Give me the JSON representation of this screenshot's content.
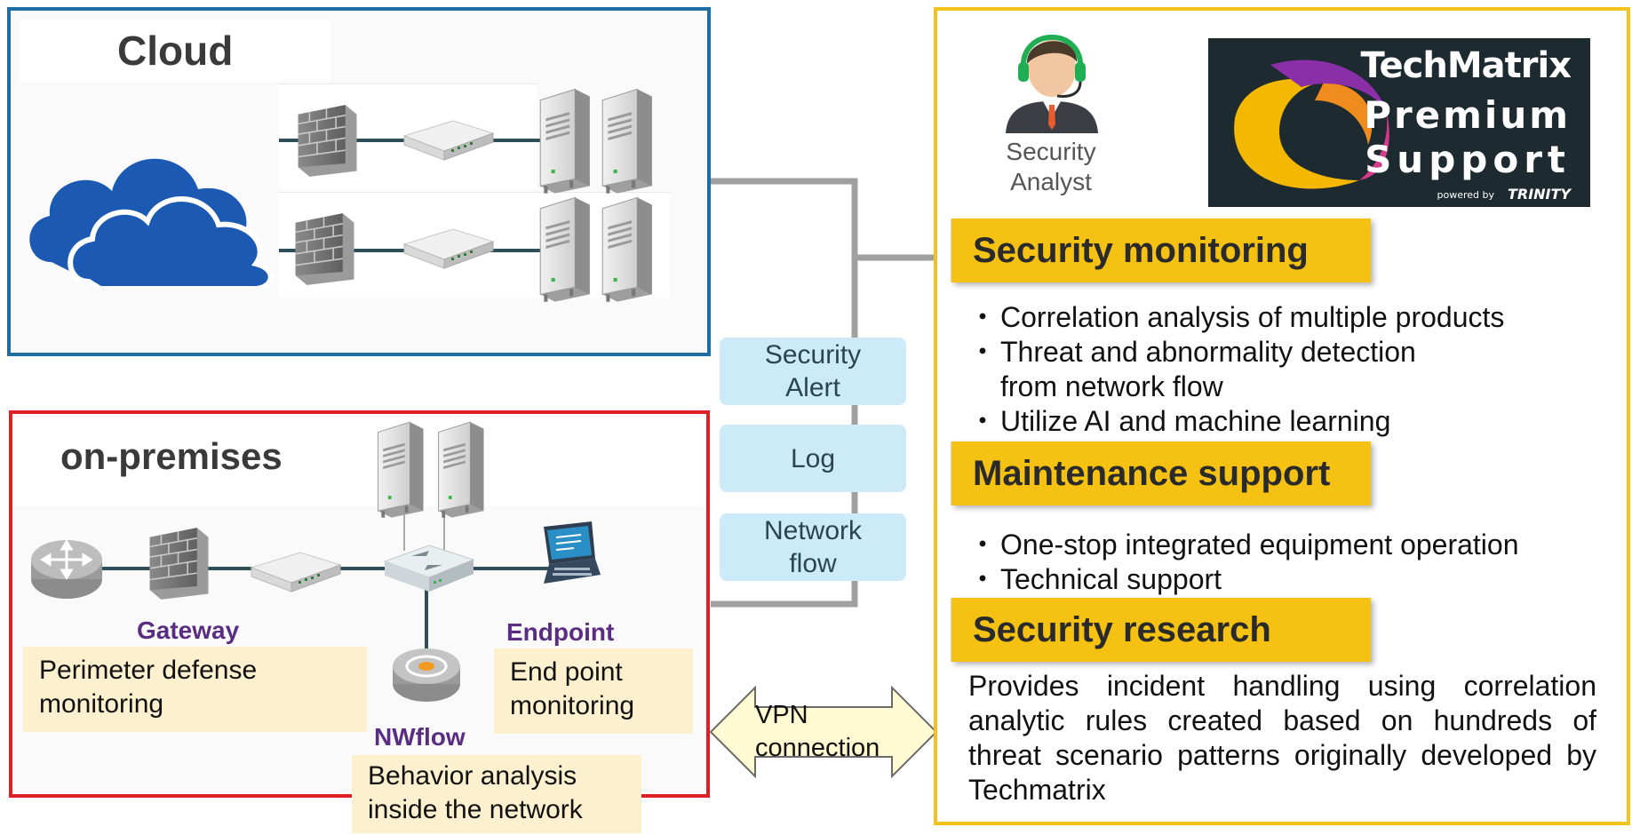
{
  "cloud": {
    "title": "Cloud"
  },
  "onprem": {
    "title": "on-premises",
    "labels": {
      "gateway": "Gateway",
      "endpoint": "Endpoint",
      "nwflow": "NWflow"
    },
    "notes": {
      "gateway": "Perimeter defense monitoring",
      "endpoint": "End point monitoring",
      "nwflow": "Behavior analysis inside the network"
    }
  },
  "flows": {
    "security_alert": "Security\nAlert",
    "log": "Log",
    "network_flow": "Network\nflow"
  },
  "vpn": {
    "label": "VPN connection"
  },
  "techmatrix": {
    "analyst_label": "Security\nAnalyst",
    "logo": {
      "line1": "TechMatrix",
      "line2": "Premium",
      "line3": "Support",
      "powered_by": "powered by",
      "brand": "TRINITY"
    },
    "sections": [
      {
        "title": "Security monitoring",
        "bullets": [
          "Correlation analysis of multiple products",
          "Threat and abnormality detection\nfrom network flow",
          "Utilize AI and machine learning"
        ]
      },
      {
        "title": "Maintenance support",
        "bullets": [
          "One-stop integrated equipment operation",
          "Technical support"
        ]
      },
      {
        "title": "Security research",
        "text": "Provides incident handling using correlation analytic rules created based on hundreds of threat scenario patterns originally developed by Techmatrix"
      }
    ]
  },
  "colors": {
    "cloud_border": "#1f6ea3",
    "onprem_border": "#e01e25",
    "techmatrix_border": "#f4c21c",
    "section_fill": "#f5c214",
    "flow_fill": "#cdeaf8",
    "note_fill": "#fdf0ce",
    "device_label": "#5a2d82",
    "vpn_fill": "#fffad2"
  },
  "icons": [
    "cloud-icon",
    "firewall-icon",
    "switch-icon",
    "server-icon",
    "router-icon",
    "l3-switch-icon",
    "laptop-icon",
    "nwflow-sensor-icon",
    "analyst-icon",
    "techmatrix-logo"
  ]
}
